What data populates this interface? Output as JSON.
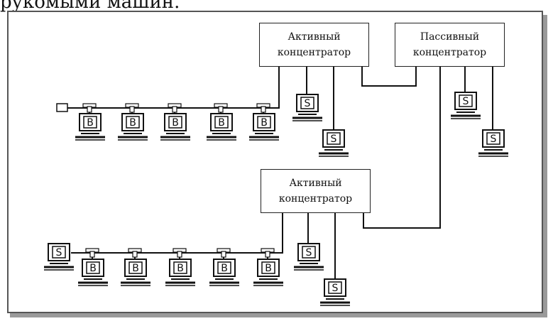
{
  "caption_fragment": "рукомыми машин.",
  "hubs": [
    {
      "id": "active-top",
      "line1": "Активный",
      "line2": "концентратор"
    },
    {
      "id": "passive",
      "line1": "Пассивный",
      "line2": "концентратор"
    },
    {
      "id": "active-bottom",
      "line1": "Активный",
      "line2": "концентратор"
    }
  ],
  "terminal_labels": {
    "bus_station": "B",
    "server": "S"
  }
}
